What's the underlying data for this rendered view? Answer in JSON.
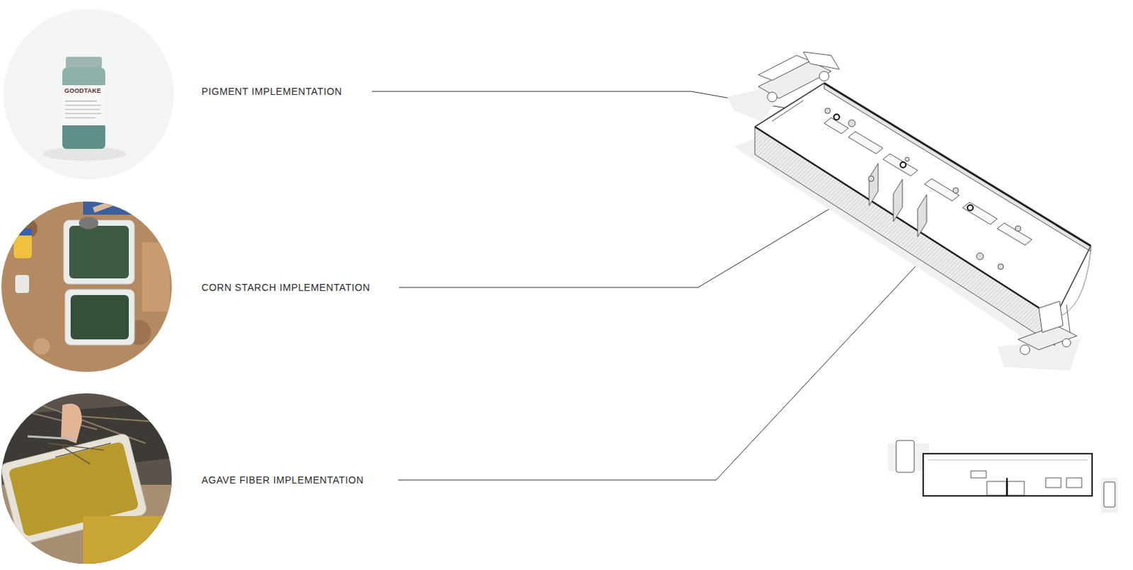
{
  "diagram": {
    "labels": [
      "PIGMENT IMPLEMENTATION",
      "CORN STARCH IMPLEMENTATION",
      "AGAVE FIBER IMPLEMENTATION",
      "GOODTAKE"
    ]
  }
}
